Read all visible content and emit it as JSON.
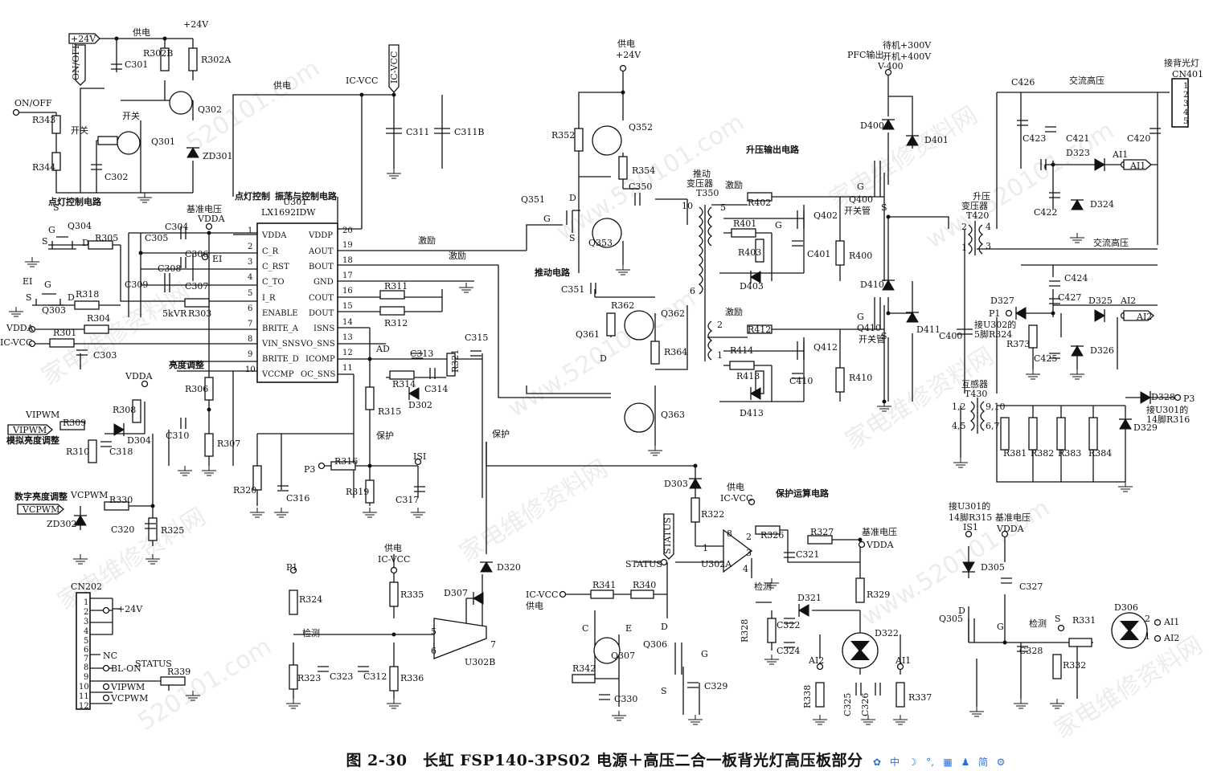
{
  "caption": "图 2-30　长虹 FSP140-3PS02 电源＋高压二合一板背光灯高压板部分",
  "watermark": {
    "site": "www.520101.com",
    "cn": "家电维修资料网",
    "code": "520101.com"
  },
  "toolbar_icons": [
    "app-icon",
    "lang-zh-icon",
    "moon-icon",
    "punct-icon",
    "keyboard-icon",
    "user-icon",
    "simplified-icon",
    "gear-icon"
  ],
  "toolbar_glyphs": [
    "✿",
    "中",
    "☽",
    "°,",
    "▦",
    "♟",
    "简",
    "⚙"
  ],
  "ic": {
    "ref": "U301",
    "part": "LX1692IDW",
    "left_pins": [
      {
        "n": "1",
        "name": "VDDA"
      },
      {
        "n": "2",
        "name": "C_R"
      },
      {
        "n": "3",
        "name": "C_RST"
      },
      {
        "n": "4",
        "name": "C_TO"
      },
      {
        "n": "5",
        "name": "I_R"
      },
      {
        "n": "6",
        "name": "ENABLE"
      },
      {
        "n": "7",
        "name": "BRITE_A"
      },
      {
        "n": "8",
        "name": "VIN_SNS"
      },
      {
        "n": "9",
        "name": "BRITE_D"
      },
      {
        "n": "10",
        "name": "VCCMP"
      }
    ],
    "right_pins": [
      {
        "n": "20",
        "name": "VDDP"
      },
      {
        "n": "19",
        "name": "AOUT"
      },
      {
        "n": "18",
        "name": "BOUT"
      },
      {
        "n": "17",
        "name": "GND"
      },
      {
        "n": "16",
        "name": "COUT"
      },
      {
        "n": "15",
        "name": "DOUT"
      },
      {
        "n": "14",
        "name": "ISNS"
      },
      {
        "n": "13",
        "name": "VO_SNS"
      },
      {
        "n": "12",
        "name": "ICOMP"
      },
      {
        "n": "11",
        "name": "OC_SNS"
      }
    ]
  },
  "cn202": {
    "ref": "CN202",
    "pins": [
      "1",
      "2",
      "3",
      "4",
      "5",
      "6",
      "7",
      "8",
      "9",
      "10",
      "11",
      "12"
    ],
    "signals": {
      "p24v": "+24V",
      "nc": "NC",
      "blon": "BL-ON",
      "vipwm": "VIPWM",
      "vcpwm": "VCPWM",
      "status": "STATUS",
      "r339": "R339"
    }
  },
  "cn401": {
    "ref": "CN401",
    "label": "接背光灯",
    "pins": [
      "1",
      "2",
      "3",
      "4",
      "5"
    ]
  },
  "sections": {
    "light_ctrl": "点灯控制电路",
    "light_ctrl2": "点灯控制",
    "osc_ctrl": "振荡与控制电路",
    "boost_out": "升压输出电路",
    "drive": "推动电路",
    "protect_op": "保护运算电路",
    "brightness": "亮度调整",
    "analog_bright": "模拟亮度调整",
    "digital_bright": "数字亮度调整"
  },
  "labels": [
    {
      "id": "l1",
      "t": "+24V"
    },
    {
      "id": "l2",
      "t": "供电"
    },
    {
      "id": "l3",
      "t": "+24V"
    },
    {
      "id": "l4",
      "t": "R302B"
    },
    {
      "id": "l5",
      "t": "R302A"
    },
    {
      "id": "l6",
      "t": "C301"
    },
    {
      "id": "l7",
      "t": "ON/OFF"
    },
    {
      "id": "l8",
      "t": "ON/OFF"
    },
    {
      "id": "l9",
      "t": "R343"
    },
    {
      "id": "l10",
      "t": "开关"
    },
    {
      "id": "l11",
      "t": "开关"
    },
    {
      "id": "l12",
      "t": "Q302"
    },
    {
      "id": "l13",
      "t": "Q301"
    },
    {
      "id": "l14",
      "t": "ZD301"
    },
    {
      "id": "l15",
      "t": "R344"
    },
    {
      "id": "l16",
      "t": "C302"
    },
    {
      "id": "l17",
      "t": "供电"
    },
    {
      "id": "l18",
      "t": "IC-VCC"
    },
    {
      "id": "l19",
      "t": "IC-VCC"
    },
    {
      "id": "l20",
      "t": "C311"
    },
    {
      "id": "l21",
      "t": "C311B"
    },
    {
      "id": "l22",
      "t": "基准电压"
    },
    {
      "id": "l23",
      "t": "VDDA"
    },
    {
      "id": "l24",
      "t": "S"
    },
    {
      "id": "l25",
      "t": "Q304"
    },
    {
      "id": "l26",
      "t": "G"
    },
    {
      "id": "l27",
      "t": "S"
    },
    {
      "id": "l28",
      "t": "D"
    },
    {
      "id": "l29",
      "t": "R305"
    },
    {
      "id": "l30",
      "t": "C304"
    },
    {
      "id": "l31",
      "t": "C305"
    },
    {
      "id": "l32",
      "t": "C306"
    },
    {
      "id": "l33",
      "t": "EI"
    },
    {
      "id": "l34",
      "t": "C308"
    },
    {
      "id": "l35",
      "t": "C309"
    },
    {
      "id": "l36",
      "t": "C307"
    },
    {
      "id": "l37",
      "t": "EI"
    },
    {
      "id": "l38",
      "t": "G"
    },
    {
      "id": "l39",
      "t": "S"
    },
    {
      "id": "l40",
      "t": "D"
    },
    {
      "id": "l41",
      "t": "R318"
    },
    {
      "id": "l42",
      "t": "Q303"
    },
    {
      "id": "l43",
      "t": "5k"
    },
    {
      "id": "l44",
      "t": "VR"
    },
    {
      "id": "l45",
      "t": "R303"
    },
    {
      "id": "l46",
      "t": "VDDA"
    },
    {
      "id": "l47",
      "t": "R304"
    },
    {
      "id": "l48",
      "t": "IC-VCC"
    },
    {
      "id": "l49",
      "t": "R301"
    },
    {
      "id": "l50",
      "t": "C303"
    },
    {
      "id": "l51",
      "t": "R306"
    },
    {
      "id": "l52",
      "t": "VDDA"
    },
    {
      "id": "l53",
      "t": "R308"
    },
    {
      "id": "l54",
      "t": "VIPWM"
    },
    {
      "id": "l55",
      "t": "R309"
    },
    {
      "id": "l56",
      "t": "VIPWM"
    },
    {
      "id": "l57",
      "t": "R310"
    },
    {
      "id": "l58",
      "t": "C318"
    },
    {
      "id": "l59",
      "t": "D304"
    },
    {
      "id": "l60",
      "t": "C310"
    },
    {
      "id": "l61",
      "t": "R307"
    },
    {
      "id": "l62",
      "t": "VCPWM"
    },
    {
      "id": "l63",
      "t": "R330"
    },
    {
      "id": "l64",
      "t": "VCPWM"
    },
    {
      "id": "l65",
      "t": "ZD302"
    },
    {
      "id": "l66",
      "t": "C320"
    },
    {
      "id": "l67",
      "t": "R325"
    },
    {
      "id": "l68",
      "t": "R320"
    },
    {
      "id": "l69",
      "t": "C316"
    },
    {
      "id": "l70",
      "t": "R311"
    },
    {
      "id": "l71",
      "t": "R312"
    },
    {
      "id": "l72",
      "t": "激励"
    },
    {
      "id": "l73",
      "t": "激励"
    },
    {
      "id": "l74",
      "t": "AD"
    },
    {
      "id": "l75",
      "t": "C313"
    },
    {
      "id": "l76",
      "t": "C315"
    },
    {
      "id": "l77",
      "t": "R321"
    },
    {
      "id": "l78",
      "t": "R314"
    },
    {
      "id": "l79",
      "t": "C314"
    },
    {
      "id": "l80",
      "t": "D302"
    },
    {
      "id": "l81",
      "t": "R315"
    },
    {
      "id": "l82",
      "t": "保护"
    },
    {
      "id": "l83",
      "t": "保护"
    },
    {
      "id": "l84",
      "t": "P3"
    },
    {
      "id": "l85",
      "t": "R316"
    },
    {
      "id": "l86",
      "t": "ISI"
    },
    {
      "id": "l87",
      "t": "R319"
    },
    {
      "id": "l88",
      "t": "C317"
    },
    {
      "id": "l89",
      "t": "供电"
    },
    {
      "id": "l90",
      "t": "+24V"
    },
    {
      "id": "l91",
      "t": "R352"
    },
    {
      "id": "l92",
      "t": "Q352"
    },
    {
      "id": "l93",
      "t": "R354"
    },
    {
      "id": "l94",
      "t": "C350"
    },
    {
      "id": "l95",
      "t": "Q351"
    },
    {
      "id": "l96",
      "t": "G"
    },
    {
      "id": "l97",
      "t": "D"
    },
    {
      "id": "l98",
      "t": "S"
    },
    {
      "id": "l99",
      "t": "Q353"
    },
    {
      "id": "l100",
      "t": "C351"
    },
    {
      "id": "l101",
      "t": "R362"
    },
    {
      "id": "l102",
      "t": "Q361"
    },
    {
      "id": "l103",
      "t": "Q362"
    },
    {
      "id": "l104",
      "t": "R364"
    },
    {
      "id": "l105",
      "t": "D"
    },
    {
      "id": "l106",
      "t": "Q363"
    },
    {
      "id": "l107",
      "t": "推动"
    },
    {
      "id": "l108",
      "t": "变压器"
    },
    {
      "id": "l109",
      "t": "T350"
    },
    {
      "id": "l110",
      "t": "10"
    },
    {
      "id": "l111",
      "t": "5"
    },
    {
      "id": "l112",
      "t": "6"
    },
    {
      "id": "l113",
      "t": "激励"
    },
    {
      "id": "l114",
      "t": "R402"
    },
    {
      "id": "l115",
      "t": "R401"
    },
    {
      "id": "l116",
      "t": "Q402"
    },
    {
      "id": "l117",
      "t": "G"
    },
    {
      "id": "l118",
      "t": "R403"
    },
    {
      "id": "l119",
      "t": "C401"
    },
    {
      "id": "l120",
      "t": "D403"
    },
    {
      "id": "l121",
      "t": "R400"
    },
    {
      "id": "l122",
      "t": "G"
    },
    {
      "id": "l123",
      "t": "Q400"
    },
    {
      "id": "l124",
      "t": "开关管"
    },
    {
      "id": "l125",
      "t": "S"
    },
    {
      "id": "l126",
      "t": "PFC输出"
    },
    {
      "id": "l127",
      "t": "待机+300V"
    },
    {
      "id": "l128",
      "t": "开机+400V"
    },
    {
      "id": "l129",
      "t": "V-400"
    },
    {
      "id": "l130",
      "t": "D400"
    },
    {
      "id": "l131",
      "t": "D401"
    },
    {
      "id": "l132",
      "t": "D410"
    },
    {
      "id": "l133",
      "t": "D411"
    },
    {
      "id": "l134",
      "t": "激励"
    },
    {
      "id": "l135",
      "t": "2"
    },
    {
      "id": "l136",
      "t": "1"
    },
    {
      "id": "l137",
      "t": "R412"
    },
    {
      "id": "l138",
      "t": "R414"
    },
    {
      "id": "l139",
      "t": "Q412"
    },
    {
      "id": "l140",
      "t": "R413"
    },
    {
      "id": "l141",
      "t": "C410"
    },
    {
      "id": "l142",
      "t": "D413"
    },
    {
      "id": "l143",
      "t": "R410"
    },
    {
      "id": "l144",
      "t": "G"
    },
    {
      "id": "l145",
      "t": "Q410"
    },
    {
      "id": "l146",
      "t": "开关管"
    },
    {
      "id": "l147",
      "t": "S"
    },
    {
      "id": "l148",
      "t": "C426"
    },
    {
      "id": "l149",
      "t": "交流高压"
    },
    {
      "id": "l150",
      "t": "C423"
    },
    {
      "id": "l151",
      "t": "C421"
    },
    {
      "id": "l152",
      "t": "C420"
    },
    {
      "id": "l153",
      "t": "D323"
    },
    {
      "id": "l154",
      "t": "AI1"
    },
    {
      "id": "l155",
      "t": "AI1"
    },
    {
      "id": "l156",
      "t": "C422"
    },
    {
      "id": "l157",
      "t": "D324"
    },
    {
      "id": "l158",
      "t": "交流高压"
    },
    {
      "id": "l159",
      "t": "升压"
    },
    {
      "id": "l160",
      "t": "变压器"
    },
    {
      "id": "l161",
      "t": "T420"
    },
    {
      "id": "l162",
      "t": "2"
    },
    {
      "id": "l163",
      "t": "1"
    },
    {
      "id": "l164",
      "t": "4"
    },
    {
      "id": "l165",
      "t": "3"
    },
    {
      "id": "l166",
      "t": "C424"
    },
    {
      "id": "l167",
      "t": "D327"
    },
    {
      "id": "l168",
      "t": "C427"
    },
    {
      "id": "l169",
      "t": "D325"
    },
    {
      "id": "l170",
      "t": "AI2"
    },
    {
      "id": "l171",
      "t": "AI2"
    },
    {
      "id": "l172",
      "t": "P1"
    },
    {
      "id": "l173",
      "t": "接U302的"
    },
    {
      "id": "l174",
      "t": "5脚R324"
    },
    {
      "id": "l175",
      "t": "R373"
    },
    {
      "id": "l176",
      "t": "C425"
    },
    {
      "id": "l177",
      "t": "D326"
    },
    {
      "id": "l178",
      "t": "C400"
    },
    {
      "id": "l179",
      "t": "互感器"
    },
    {
      "id": "l180",
      "t": "T430"
    },
    {
      "id": "l181",
      "t": "1,2"
    },
    {
      "id": "l182",
      "t": "9,10"
    },
    {
      "id": "l183",
      "t": "4,5"
    },
    {
      "id": "l184",
      "t": "6,7"
    },
    {
      "id": "l185",
      "t": "D328"
    },
    {
      "id": "l186",
      "t": "P3"
    },
    {
      "id": "l187",
      "t": "接U301的"
    },
    {
      "id": "l188",
      "t": "14脚R316"
    },
    {
      "id": "l189",
      "t": "R381"
    },
    {
      "id": "l190",
      "t": "R382"
    },
    {
      "id": "l191",
      "t": "R383"
    },
    {
      "id": "l192",
      "t": "R384"
    },
    {
      "id": "l193",
      "t": "D329"
    },
    {
      "id": "l194",
      "t": "D303"
    },
    {
      "id": "l195",
      "t": "R322"
    },
    {
      "id": "l196",
      "t": "供电"
    },
    {
      "id": "l197",
      "t": "IC-VCC"
    },
    {
      "id": "l198",
      "t": "8"
    },
    {
      "id": "l199",
      "t": "2"
    },
    {
      "id": "l200",
      "t": "1"
    },
    {
      "id": "l201",
      "t": "3"
    },
    {
      "id": "l202",
      "t": "4"
    },
    {
      "id": "l203",
      "t": "U302A"
    },
    {
      "id": "l204",
      "t": "R326"
    },
    {
      "id": "l205",
      "t": "R327"
    },
    {
      "id": "l206",
      "t": "基准电压"
    },
    {
      "id": "l207",
      "t": "VDDA"
    },
    {
      "id": "l208",
      "t": "C321"
    },
    {
      "id": "l209",
      "t": "STATUS"
    },
    {
      "id": "l210",
      "t": "STATUS"
    },
    {
      "id": "l211",
      "t": "检测"
    },
    {
      "id": "l212",
      "t": "D321"
    },
    {
      "id": "l213",
      "t": "R329"
    },
    {
      "id": "l214",
      "t": "R328"
    },
    {
      "id": "l215",
      "t": "C322"
    },
    {
      "id": "l216",
      "t": "C324"
    },
    {
      "id": "l217",
      "t": "D322"
    },
    {
      "id": "l218",
      "t": "AI2"
    },
    {
      "id": "l219",
      "t": "AI1"
    },
    {
      "id": "l220",
      "t": "R338"
    },
    {
      "id": "l221",
      "t": "C325"
    },
    {
      "id": "l222",
      "t": "C326"
    },
    {
      "id": "l223",
      "t": "R337"
    },
    {
      "id": "l224",
      "t": "IC-VCC"
    },
    {
      "id": "l225",
      "t": "供电"
    },
    {
      "id": "l226",
      "t": "R341"
    },
    {
      "id": "l227",
      "t": "R340"
    },
    {
      "id": "l228",
      "t": "C"
    },
    {
      "id": "l229",
      "t": "E"
    },
    {
      "id": "l230",
      "t": "Q307"
    },
    {
      "id": "l231",
      "t": "R342"
    },
    {
      "id": "l232",
      "t": "C330"
    },
    {
      "id": "l233",
      "t": "D"
    },
    {
      "id": "l234",
      "t": "Q306"
    },
    {
      "id": "l235",
      "t": "G"
    },
    {
      "id": "l236",
      "t": "S"
    },
    {
      "id": "l237",
      "t": "C329"
    },
    {
      "id": "l238",
      "t": "P1"
    },
    {
      "id": "l239",
      "t": "R324"
    },
    {
      "id": "l240",
      "t": "检测"
    },
    {
      "id": "l241",
      "t": "R323"
    },
    {
      "id": "l242",
      "t": "C323"
    },
    {
      "id": "l243",
      "t": "C312"
    },
    {
      "id": "l244",
      "t": "供电"
    },
    {
      "id": "l245",
      "t": "IC-VCC"
    },
    {
      "id": "l246",
      "t": "R335"
    },
    {
      "id": "l247",
      "t": "R336"
    },
    {
      "id": "l248",
      "t": "D307"
    },
    {
      "id": "l249",
      "t": "D320"
    },
    {
      "id": "l250",
      "t": "5"
    },
    {
      "id": "l251",
      "t": "6"
    },
    {
      "id": "l252",
      "t": "7"
    },
    {
      "id": "l253",
      "t": "U302B"
    },
    {
      "id": "l254",
      "t": "接U301的"
    },
    {
      "id": "l255",
      "t": "14脚R315"
    },
    {
      "id": "l256",
      "t": "基准电压"
    },
    {
      "id": "l257",
      "t": "IS1"
    },
    {
      "id": "l258",
      "t": "VDDA"
    },
    {
      "id": "l259",
      "t": "D305"
    },
    {
      "id": "l260",
      "t": "C327"
    },
    {
      "id": "l261",
      "t": "D"
    },
    {
      "id": "l262",
      "t": "Q305"
    },
    {
      "id": "l263",
      "t": "G"
    },
    {
      "id": "l264",
      "t": "检测"
    },
    {
      "id": "l265",
      "t": "S"
    },
    {
      "id": "l266",
      "t": "R331"
    },
    {
      "id": "l267",
      "t": "D306"
    },
    {
      "id": "l268",
      "t": "2"
    },
    {
      "id": "l269",
      "t": "1"
    },
    {
      "id": "l270",
      "t": "AI1"
    },
    {
      "id": "l271",
      "t": "AI2"
    },
    {
      "id": "l272",
      "t": "C328"
    },
    {
      "id": "l273",
      "t": "R332"
    }
  ]
}
